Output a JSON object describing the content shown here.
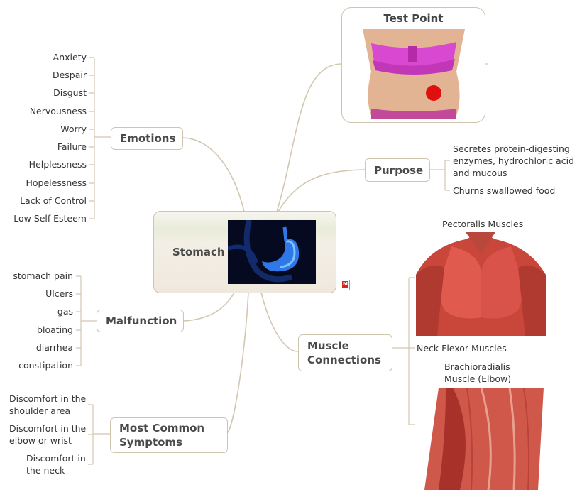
{
  "central": {
    "label": "Stomach",
    "image": "stomach-xray-image"
  },
  "test_point": {
    "title": "Test Point",
    "image": "torso-test-point-image",
    "marker_color": "#e01010"
  },
  "branches": {
    "emotions": {
      "label": "Emotions",
      "items": [
        "Anxiety",
        "Despair",
        "Disgust",
        "Nervousness",
        "Worry",
        "Failure",
        "Helplessness",
        "Hopelessness",
        "Lack of Control",
        "Low Self-Esteem"
      ]
    },
    "malfunction": {
      "label": "Malfunction",
      "items": [
        "stomach pain",
        "Ulcers",
        "gas",
        "bloating",
        "diarrhea",
        "constipation"
      ]
    },
    "symptoms": {
      "label_line1": "Most Common",
      "label_line2": "Symptoms",
      "items": [
        {
          "line1": "Discomfort in the",
          "line2": "shoulder area"
        },
        {
          "line1": "Discomfort in the",
          "line2": "elbow or wrist"
        },
        {
          "line1": "Discomfort in",
          "line2": "the neck"
        }
      ]
    },
    "purpose": {
      "label": "Purpose",
      "items": [
        {
          "line1": "Secretes protein-digesting",
          "line2": "enzymes, hydrochloric acid",
          "line3": "and mucous"
        },
        {
          "line1": "Churns swallowed food"
        }
      ]
    },
    "muscles": {
      "label_line1": "Muscle",
      "label_line2": "Connections",
      "items": {
        "pectoralis": "Pectoralis Muscles",
        "neck": "Neck Flexor Muscles",
        "brachio_line1": "Brachioradialis",
        "brachio_line2": "Muscle (Elbow)"
      }
    }
  },
  "colors": {
    "connector": "#cfc4ad",
    "node_border": "#cfc4ad",
    "muscle": "#c8473a"
  }
}
